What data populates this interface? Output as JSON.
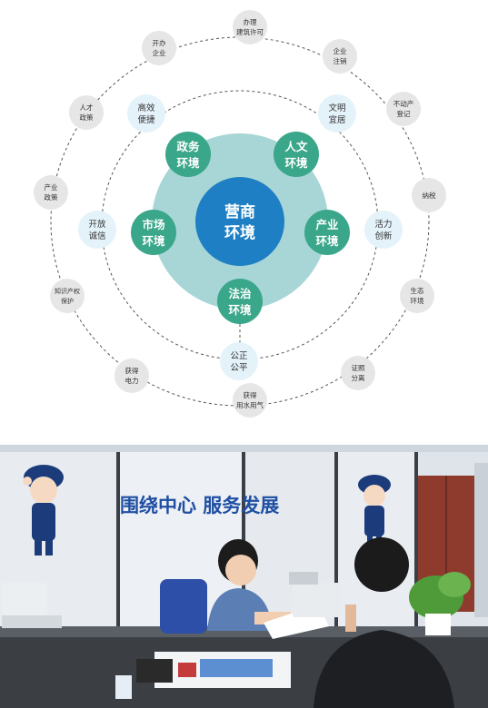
{
  "center": {
    "line1": "营商",
    "line2": "环境"
  },
  "core": [
    {
      "id": "zhengwu",
      "line1": "政务",
      "line2": "环境"
    },
    {
      "id": "renwen",
      "line1": "人文",
      "line2": "环境"
    },
    {
      "id": "shichang",
      "line1": "市场",
      "line2": "环境"
    },
    {
      "id": "chanye",
      "line1": "产业",
      "line2": "环境"
    },
    {
      "id": "fazhi",
      "line1": "法治",
      "line2": "环境"
    }
  ],
  "middle": [
    {
      "id": "gaoxiao",
      "line1": "高效",
      "line2": "便捷"
    },
    {
      "id": "wenming",
      "line1": "文明",
      "line2": "宜居"
    },
    {
      "id": "kaifang",
      "line1": "开放",
      "line2": "诚信"
    },
    {
      "id": "huoli",
      "line1": "活力",
      "line2": "创新"
    },
    {
      "id": "gongzheng",
      "line1": "公正",
      "line2": "公平"
    }
  ],
  "outer": [
    {
      "id": "banli",
      "line1": "办理",
      "line2": "建筑许可"
    },
    {
      "id": "qiyezhuxiao",
      "line1": "企业",
      "line2": "注销"
    },
    {
      "id": "budongchan",
      "line1": "不动产",
      "line2": "登记"
    },
    {
      "id": "nashui",
      "line1": "纳税",
      "line2": ""
    },
    {
      "id": "shengtai",
      "line1": "生态",
      "line2": "环境"
    },
    {
      "id": "zhengzhao",
      "line1": "证照",
      "line2": "分离"
    },
    {
      "id": "yongshui",
      "line1": "获得",
      "line2": "用水用气"
    },
    {
      "id": "dianli",
      "line1": "获得",
      "line2": "电力"
    },
    {
      "id": "zhishi",
      "line1": "知识产权",
      "line2": "保护"
    },
    {
      "id": "chanyezhengce",
      "line1": "产业",
      "line2": "政策"
    },
    {
      "id": "rencai",
      "line1": "人才",
      "line2": "政策"
    },
    {
      "id": "kaiban",
      "line1": "开办",
      "line2": "企业"
    }
  ],
  "photo": {
    "banner": "围绕中心  服务发展"
  },
  "colors": {
    "center": "#1e7fc4",
    "core": "#3aa68a",
    "halo": "#a8d6d6",
    "middle_fill": "#e4f2fa",
    "outer_fill": "#e6e6e6"
  }
}
